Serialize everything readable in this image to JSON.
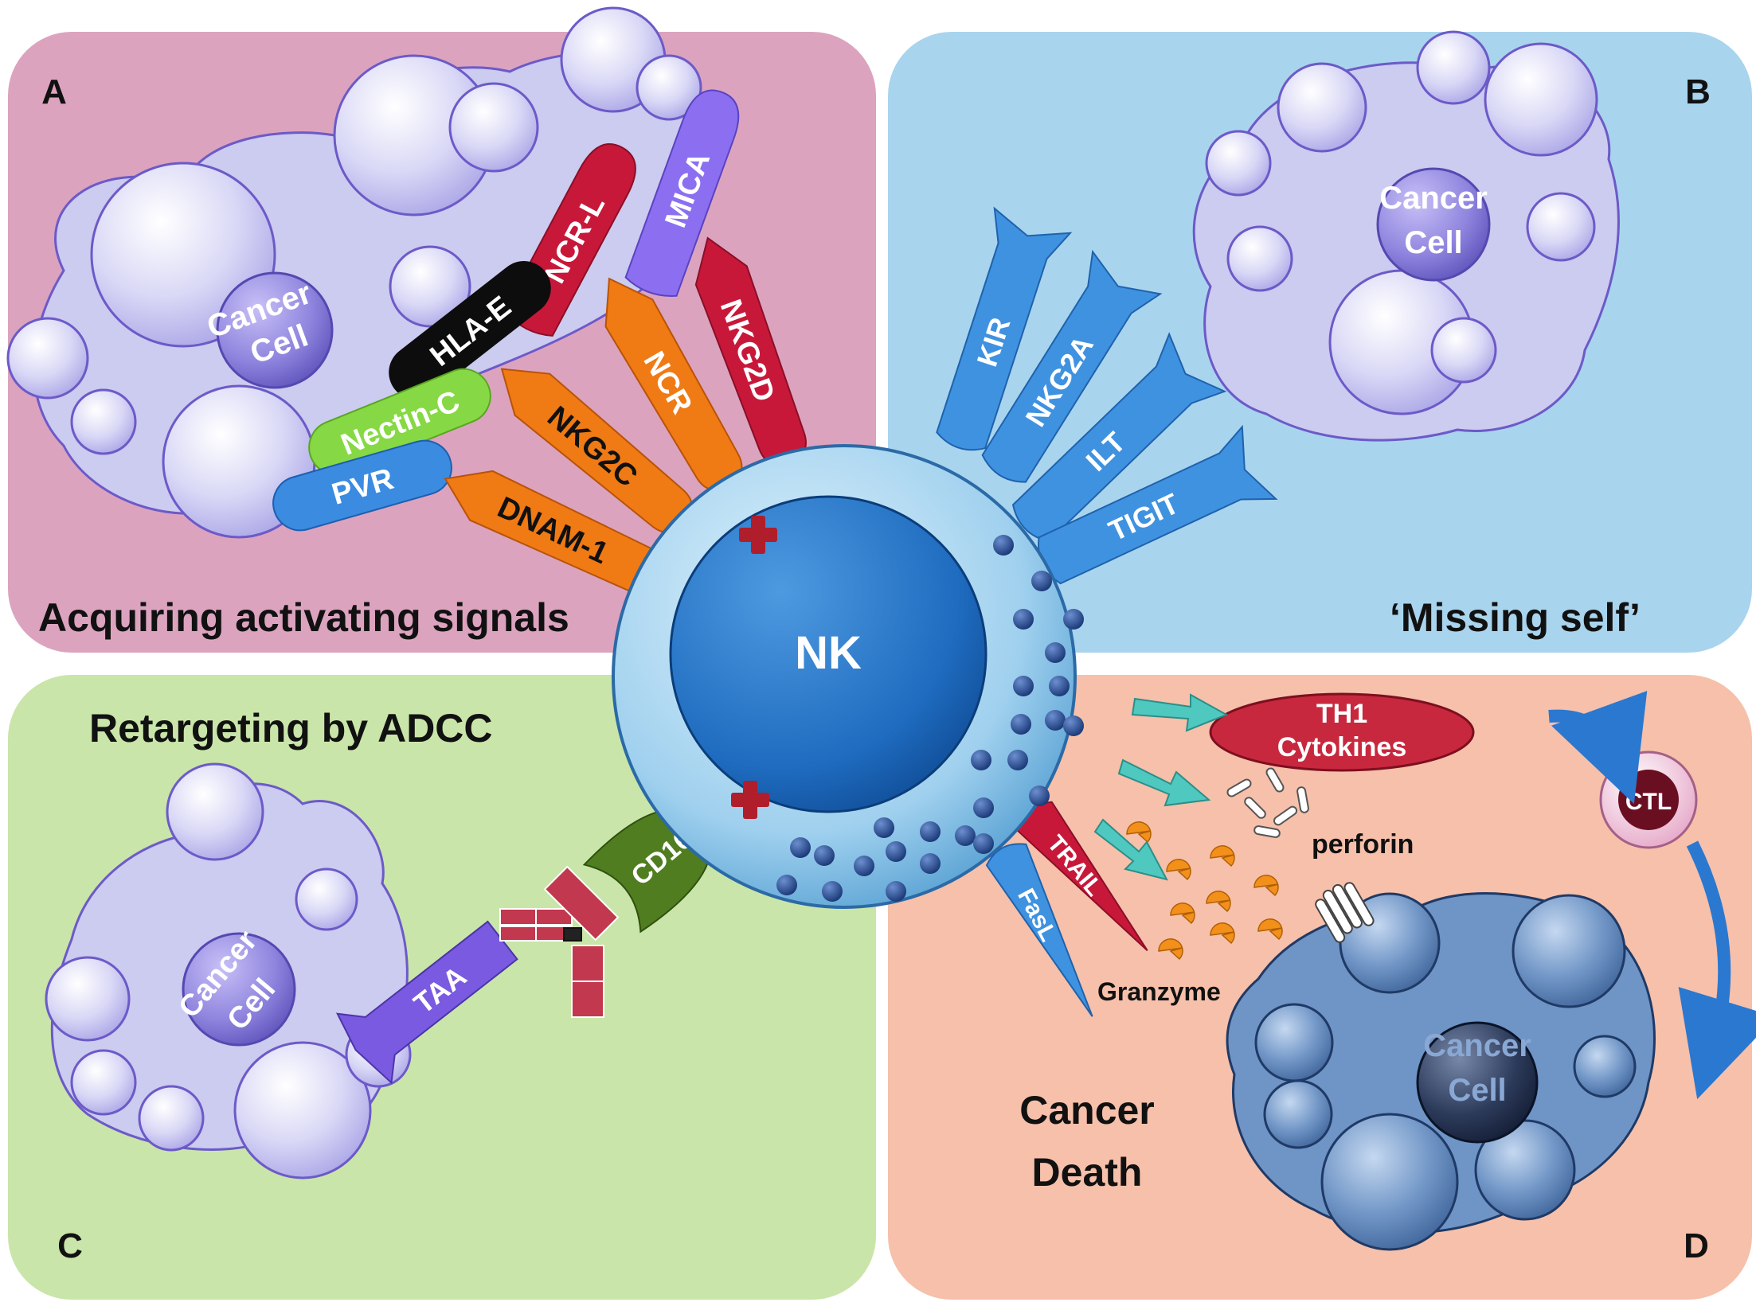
{
  "panels": {
    "a": {
      "letter": "A",
      "caption": "Acquiring activating signals",
      "cell_line1": "Cancer",
      "cell_line2": "Cell",
      "receptors": {
        "mica": "MICA",
        "nkg2d": "NKG2D",
        "ncrl": "NCR-L",
        "ncr": "NCR",
        "hlae": "HLA-E",
        "nkg2c": "NKG2C",
        "nectinc": "Nectin-C",
        "pvr": "PVR",
        "dnam1": "DNAM-1"
      }
    },
    "b": {
      "letter": "B",
      "caption": "‘Missing self’",
      "cell_line1": "Cancer",
      "cell_line2": "Cell",
      "receptors": {
        "kir": "KIR",
        "nkg2a": "NKG2A",
        "ilt": "ILT",
        "tigit": "TIGIT"
      }
    },
    "c": {
      "letter": "C",
      "caption": "Retargeting by ADCC",
      "cell_line1": "Cancer",
      "cell_line2": "Cell",
      "taa": "TAA",
      "cd16": "CD16"
    },
    "d": {
      "letter": "D",
      "caption_line1": "Cancer",
      "caption_line2": "Death",
      "cell_line1": "Cancer",
      "cell_line2": "Cell",
      "th1_line1": "TH1",
      "th1_line2": "Cytokines",
      "ctl": "CTL",
      "perforin": "perforin",
      "granzyme": "Granzyme",
      "trail": "TRAIL",
      "fasl": "FasL"
    }
  },
  "nk": {
    "label": "NK"
  },
  "colors": {
    "panel_a": "#dca3bf",
    "panel_b": "#a9d4ee",
    "panel_c": "#c9e5a9",
    "panel_d": "#f6c0aa",
    "cancer_cell": "#cccbf0",
    "nucleus": "#8f86de",
    "dead_cell": "#6f94c6",
    "nk_body": "#9fd0ee",
    "nk_nucleus": "#1f6cc0",
    "red_receptor": "#c8183a",
    "orange_receptor": "#f07a14",
    "purple_receptor": "#8b6ff0",
    "green_receptor": "#86d944",
    "blue_receptor": "#3b8be0",
    "inhibitory": "#3f92e0",
    "cd16": "#4f7d1f",
    "antibody": "#c2384e",
    "arrow": "#4fc8c0",
    "granzyme": "#f2901a"
  }
}
